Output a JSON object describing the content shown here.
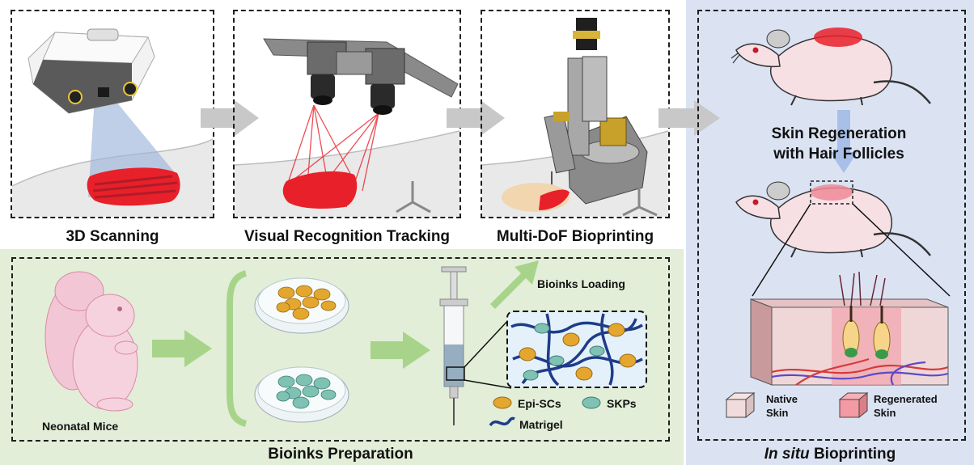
{
  "top_steps": [
    {
      "label": "3D Scanning"
    },
    {
      "label": "Visual Recognition Tracking"
    },
    {
      "label": "Multi-DoF Bioprinting"
    }
  ],
  "preparation": {
    "title": "Bioinks Preparation",
    "mice_label": "Neonatal Mice",
    "loading_label": "Bioinks Loading",
    "legend": {
      "epi": "Epi-SCs",
      "skp": "SKPs",
      "matrigel": "Matrigel"
    }
  },
  "in_situ": {
    "title_italic": "In situ",
    "title_rest": " Bioprinting",
    "regen_line1": "Skin Regeneration",
    "regen_line2": "with Hair Follicles",
    "legend": {
      "native_line1": "Native",
      "native_line2": "Skin",
      "regen_line1": "Regenerated",
      "regen_line2": "Skin"
    }
  },
  "colors": {
    "green_panel": "#e2eed8",
    "blue_panel": "#dbe3f3",
    "arrow_gray": "#c8c8c8",
    "arrow_green": "#a7d48a",
    "red": "#e8202a",
    "epi": "#e3a62f",
    "skp": "#7fc2b3",
    "matrigel": "#1f3c8a"
  }
}
